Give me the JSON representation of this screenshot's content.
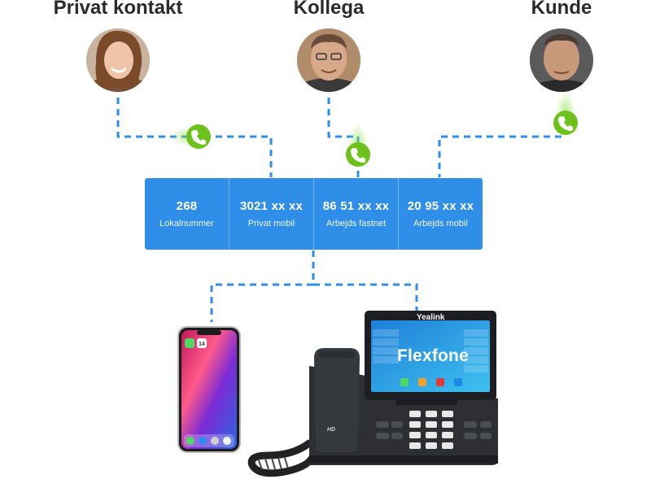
{
  "people": [
    {
      "name": "Privat kontakt"
    },
    {
      "name": "Kollega"
    },
    {
      "name": "Kunde"
    }
  ],
  "numbers": [
    {
      "number": "268",
      "label": "Lokalnummer"
    },
    {
      "number": "3021 xx xx",
      "label": "Privat mobil"
    },
    {
      "number": "86 51 xx xx",
      "label": "Arbejds fastnet"
    },
    {
      "number": "20 95 xx xx",
      "label": "Arbejds mobil"
    }
  ],
  "desk_phone": {
    "brand": "Yealink",
    "screen_logo": "Flexfone",
    "hd_mark": "HD"
  },
  "mobile_phone": {
    "calendar_day": "14"
  },
  "colors": {
    "accent": "#2f8ee8",
    "call_icon": "#6cc21b",
    "label": "#2b2b2b"
  },
  "icons": [
    "phone-call-icon",
    "phone-call-icon",
    "phone-call-icon"
  ]
}
